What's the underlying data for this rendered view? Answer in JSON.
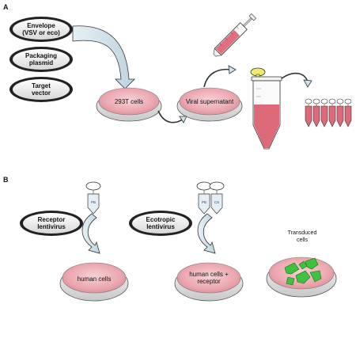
{
  "panel_a": {
    "letter": "A",
    "pills": [
      {
        "line1": "Envelope",
        "line2": "(VSV or eco)"
      },
      {
        "line1": "Packaging",
        "line2": "plasmid"
      },
      {
        "line1": "Target",
        "line2": "vector"
      }
    ],
    "dish_293t": "293T cells",
    "dish_viral": "Viral supernatant"
  },
  "panel_b": {
    "letter": "B",
    "receptor_pill": {
      "line1": "Receptor",
      "line2": "lentivirus"
    },
    "ecotropic_pill": {
      "line1": "Ecotropic",
      "line2": "lentivirus"
    },
    "tube_pb": "PB",
    "tube_cs": "CS",
    "dish_human": "human cells",
    "dish_receptor": {
      "line1": "human cells +",
      "line2": "receptor"
    },
    "transduced_label": {
      "line1": "Transduced",
      "line2": "cells"
    }
  },
  "colors": {
    "dish_fill": "#f0b6bc",
    "dish_rim": "#e0e0e0",
    "tube_fill": "#dd6a78",
    "arrow_fill": "#cfe1ea",
    "green_cells": "#3fc23f",
    "filter_yellow": "#f2ea6b"
  }
}
